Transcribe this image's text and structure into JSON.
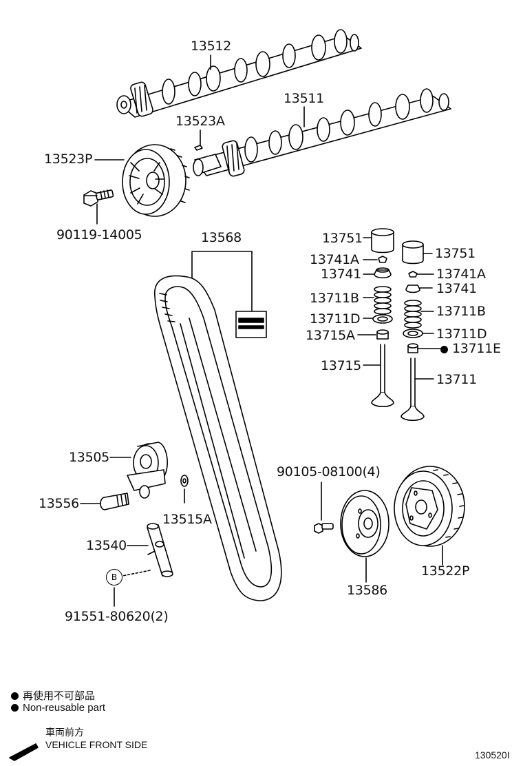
{
  "parts": {
    "camshaft_exhaust": "13512",
    "camshaft_intake": "13511",
    "key": "13523A",
    "sprocket": "13523P",
    "bolt_sprocket": "90119-14005",
    "belt": "13568",
    "lifter_left": "13751",
    "lifter_right": "13751",
    "retainer_lock_left": "13741A",
    "retainer_lock_right": "13741A",
    "retainer_left": "13741",
    "retainer_right": "13741",
    "spring_left": "13711B",
    "spring_right": "13711B",
    "spring_seat_left": "13711D",
    "spring_seat_right": "13711D",
    "oil_seal_left": "13715A",
    "oil_seal_right": "13711E",
    "valve_exhaust": "13715",
    "valve_intake": "13711",
    "tensioner_pulley": "13505",
    "tensioner_bolt": "13556",
    "plate_washer": "13515A",
    "tensioner": "13540",
    "bolt_tensioner": "91551-80620(2)",
    "bolt_pulley": "90105-08100(4)",
    "idler_pulley": "13586",
    "crank_sprocket": "13522P"
  },
  "marker_B": "B",
  "legend": {
    "jp": "再使用不可部品",
    "en": "Non-reusable part",
    "front_jp": "車両前方",
    "front_en": "VEHICLE FRONT SIDE"
  },
  "figure_id": "130520I"
}
